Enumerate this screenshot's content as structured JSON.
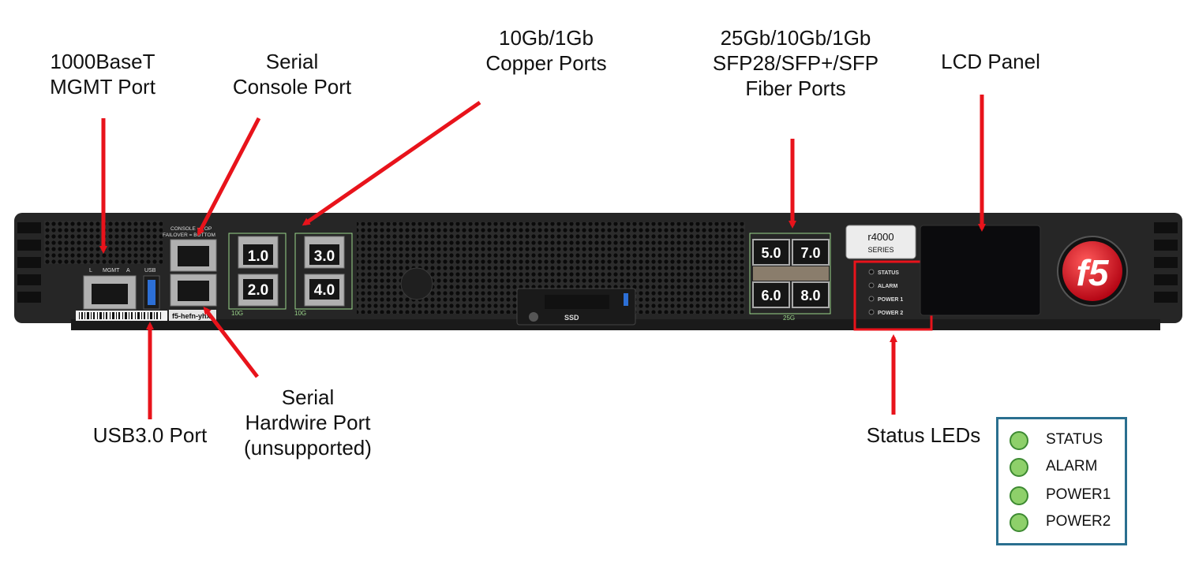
{
  "callouts": {
    "mgmt": [
      "1000BaseT",
      "MGMT Port"
    ],
    "console": [
      "Serial",
      "Console Port"
    ],
    "copper": [
      "10Gb/1Gb",
      "Copper Ports"
    ],
    "fiber": [
      "25Gb/10Gb/1Gb",
      "SFP28/SFP+/SFP",
      "Fiber Ports"
    ],
    "lcd": [
      "LCD Panel"
    ],
    "usb": [
      "USB3.0 Port"
    ],
    "hardwire": [
      "Serial",
      "Hardwire Port",
      "(unsupported)"
    ],
    "leds": [
      "Status LEDs"
    ]
  },
  "device": {
    "mgmt_label": "MGMT",
    "mgmt_l": "L",
    "mgmt_a": "A",
    "usb_label": "USB",
    "console_top": "CONSOLE = TOP",
    "console_bottom": "FAILOVER = BOTTOM",
    "hostname": "f5-hefn-yhx",
    "copper_ports": [
      "1.0",
      "2.0",
      "3.0",
      "4.0"
    ],
    "speed_10g": "10G",
    "fiber_ports": [
      "5.0",
      "7.0",
      "6.0",
      "8.0"
    ],
    "speed_25g": "25G",
    "ssd_label": "SSD",
    "model": "r4000",
    "series": "SERIES",
    "panel_leds": [
      "STATUS",
      "ALARM",
      "POWER 1",
      "POWER 2"
    ],
    "logo": "f5"
  },
  "legend": {
    "items": [
      "STATUS",
      "ALARM",
      "POWER1",
      "POWER2"
    ],
    "led_color": "#8ed06a"
  },
  "colors": {
    "arrow": "#e8131b",
    "legend_border": "#2a6f8f",
    "chassis": "#262626"
  }
}
